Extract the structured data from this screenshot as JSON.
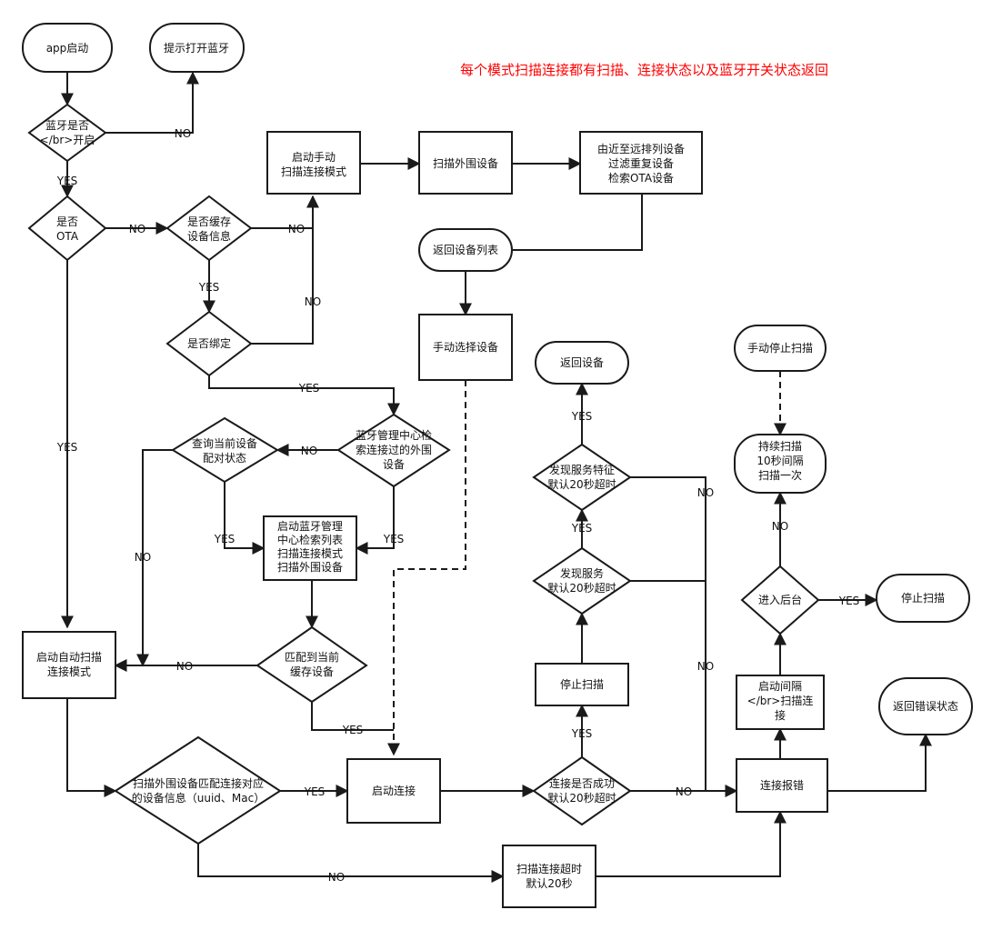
{
  "note": {
    "text": "每个模式扫描连接都有扫描、连接状态以及蓝牙开关状态返回",
    "color": "#ff0000"
  },
  "nodes": {
    "start": [
      "app启动"
    ],
    "prompt_bt": [
      "提示打开蓝牙"
    ],
    "bt_on": [
      "蓝牙是否",
      "</br>开启"
    ],
    "is_ota": [
      "是否",
      "OTA"
    ],
    "has_cache": [
      "是否缓存",
      "设备信息"
    ],
    "is_bound": [
      "是否绑定"
    ],
    "manual_mode": [
      "启动手动",
      "扫描连接模式"
    ],
    "scan_periph": [
      "扫描外围设备"
    ],
    "sort_filter": [
      "由近至远排列设备",
      "过滤重复设备",
      "检索OTA设备"
    ],
    "return_list": [
      "返回设备列表"
    ],
    "manual_select": [
      "手动选择设备"
    ],
    "query_pair": [
      "查询当前设备",
      "配对状态"
    ],
    "bt_center_check": [
      "蓝牙管理中心检",
      "索连接过的外围",
      "设备"
    ],
    "bt_center_start": [
      "启动蓝牙管理",
      "中心检索列表",
      "扫描连接模式",
      "扫描外围设备"
    ],
    "match_cache": [
      "匹配到当前",
      "缓存设备"
    ],
    "auto_mode": [
      "启动自动扫描",
      "连接模式"
    ],
    "scan_match": [
      "扫描外围设备匹配连接对应",
      "的设备信息（uuid、Mac）"
    ],
    "start_conn": [
      "启动连接"
    ],
    "scan_timeout": [
      "扫描连接超时",
      "默认20秒"
    ],
    "conn_success": [
      "连接是否成功",
      "默认20秒超时"
    ],
    "stop_scan": [
      "停止扫描"
    ],
    "find_service": [
      "发现服务",
      "默认20秒超时"
    ],
    "find_char": [
      "发现服务特征",
      "默认20秒超时"
    ],
    "return_device": [
      "返回设备"
    ],
    "conn_error": [
      "连接报错"
    ],
    "return_error": [
      "返回错误状态"
    ],
    "interval_scan": [
      "启动间隔",
      "</br>扫描连",
      "接"
    ],
    "background": [
      "进入后台"
    ],
    "stop_scan2": [
      "停止扫描"
    ],
    "cont_scan": [
      "持续扫描",
      "10秒间隔",
      "扫描一次"
    ],
    "manual_stop": [
      "手动停止扫描"
    ]
  },
  "edge_labels": {
    "no": "NO",
    "yes": "YES"
  }
}
